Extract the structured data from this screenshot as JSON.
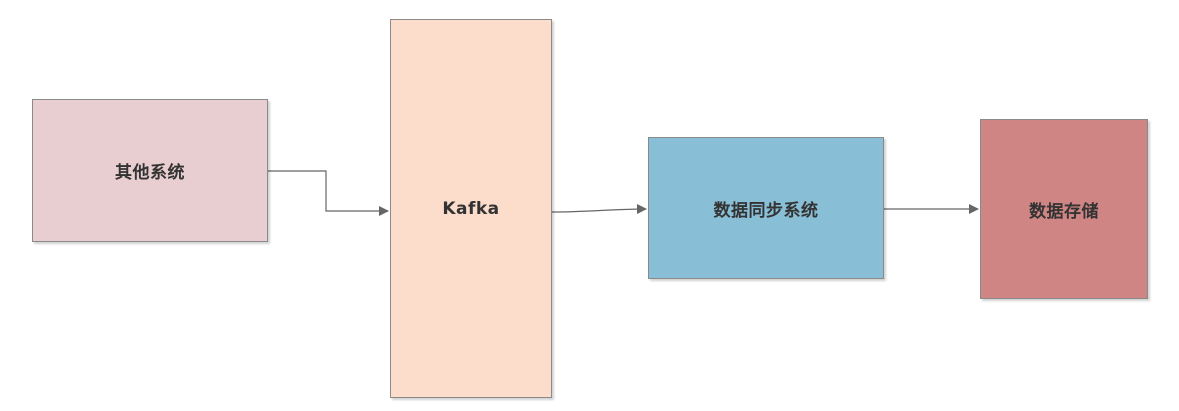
{
  "nodes": {
    "other_systems": {
      "label": "其他系统",
      "fill": "#e8ced0"
    },
    "kafka": {
      "label": "Kafka",
      "fill": "#fcdccb"
    },
    "sync_system": {
      "label": "数据同步系统",
      "fill": "#89bfd6"
    },
    "data_storage": {
      "label": "数据存储",
      "fill": "#d08585"
    }
  },
  "edges": [
    {
      "from": "其他系统",
      "to": "Kafka"
    },
    {
      "from": "Kafka",
      "to": "数据同步系统"
    },
    {
      "from": "数据同步系统",
      "to": "数据存储"
    }
  ],
  "colors": {
    "edge": "#666666",
    "border": "#8a8a8a"
  }
}
